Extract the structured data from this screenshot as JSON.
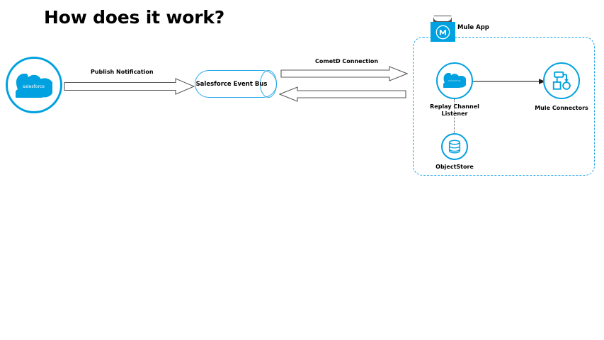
{
  "slide": {
    "title": "How does it work?",
    "background": "#ffffff"
  },
  "colors": {
    "salesforce_blue": "#00A1E0",
    "cylinder_blue": "#2AA8E8",
    "dashed_border_blue": "#1FA3EC",
    "arrow_outline": "#595959",
    "arrow_fill": "#ffffff",
    "badge_dark": "#4D4D4D",
    "text": "#000000"
  },
  "nodes": {
    "salesforce_source": {
      "label": "",
      "icon": "salesforce-cloud-icon",
      "logo_text": "salesforce"
    },
    "event_bus": {
      "label": "Salesforce Event Bus",
      "shape": "cylinder"
    },
    "replay_channel_listener": {
      "label": "Replay Channel\nListener",
      "icon": "salesforce-cloud-icon",
      "logo_text": "salesforce"
    },
    "mule_connectors": {
      "label": "Mule Connectors",
      "icon": "mule-connectors-flow-icon"
    },
    "object_store": {
      "label": "ObjectStore",
      "icon": "database-cylinder-icon"
    }
  },
  "container": {
    "label": "Mule App",
    "icon": "mule-logo-icon",
    "border_style": "dashed"
  },
  "connections": {
    "publish_notification": {
      "label": "Publish Notification",
      "direction": "right",
      "style": "block-arrow"
    },
    "cometd_connection": {
      "label": "CometD Connection",
      "direction_outbound": "right",
      "direction_inbound": "left",
      "style": "block-arrow"
    },
    "listener_to_connectors": {
      "label": "",
      "direction": "right",
      "style": "thin-arrow"
    },
    "listener_to_objectstore": {
      "label": "",
      "direction": "down",
      "style": "dotted-line"
    }
  }
}
